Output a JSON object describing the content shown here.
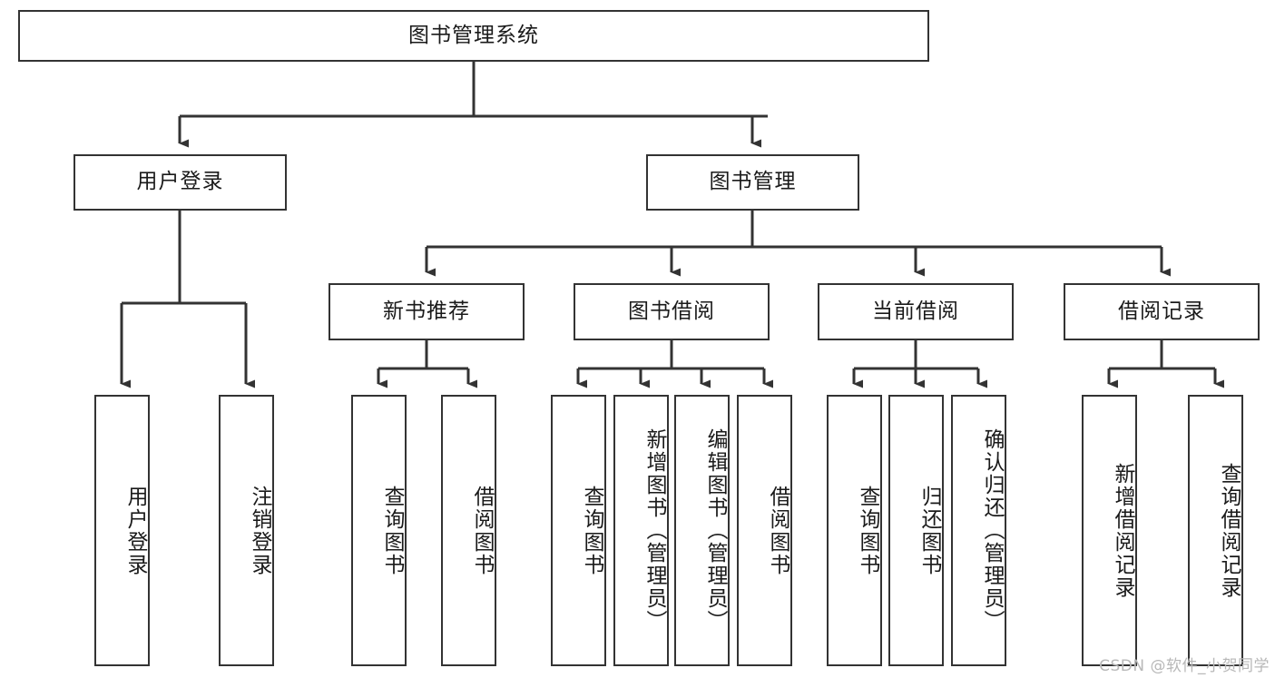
{
  "diagram": {
    "title": "图书管理系统",
    "root": {
      "label": "图书管理系统"
    },
    "level1": [
      {
        "label": "用户登录"
      },
      {
        "label": "图书管理"
      }
    ],
    "level2": [
      {
        "label": "新书推荐"
      },
      {
        "label": "图书借阅"
      },
      {
        "label": "当前借阅"
      },
      {
        "label": "借阅记录"
      }
    ],
    "leaves_user_login": [
      {
        "label": "用户登录"
      },
      {
        "label": "注销登录"
      }
    ],
    "leaves_new_book": [
      {
        "label": "查询图书"
      },
      {
        "label": "借阅图书"
      }
    ],
    "leaves_borrow": [
      {
        "label": "查询图书"
      },
      {
        "label": "新增图书（管理员）"
      },
      {
        "label": "编辑图书（管理员）"
      },
      {
        "label": "借阅图书"
      }
    ],
    "leaves_current": [
      {
        "label": "查询图书"
      },
      {
        "label": "归还图书"
      },
      {
        "label": "确认归还（管理员）"
      }
    ],
    "leaves_record": [
      {
        "label": "新增借阅记录"
      },
      {
        "label": "查询借阅记录"
      }
    ]
  },
  "watermark": {
    "text": "CSDN @软件_小贺同学"
  },
  "colors": {
    "stroke": "#333333",
    "text": "#1a1a1a",
    "background": "#ffffff",
    "watermark": "#b8b8b8"
  }
}
